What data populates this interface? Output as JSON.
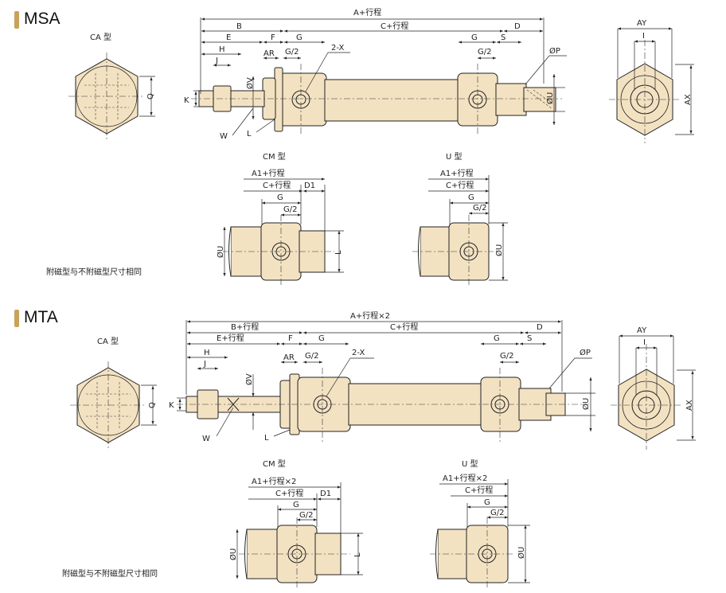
{
  "sections": [
    {
      "title": "MSA",
      "note": "附磁型与不附磁型尺寸相同",
      "views": {
        "ca": "CA 型",
        "cm": "CM 型",
        "u": "U 型"
      },
      "labels": {
        "A": "A+行程",
        "B": "B",
        "C": "C+行程",
        "D": "D",
        "E": "E",
        "F": "F",
        "G": "G",
        "G2": "G/2",
        "H": "H",
        "J": "J",
        "S": "S",
        "AR": "AR",
        "X": "2-X",
        "P": "ØP",
        "K": "K",
        "V": "ØV",
        "W": "W",
        "L": "L",
        "U": "ØU",
        "Q": "Q",
        "AY": "AY",
        "I": "I",
        "AX": "AX",
        "A1": "A1+行程",
        "D1": "D1"
      }
    },
    {
      "title": "MTA",
      "note": "附磁型与不附磁型尺寸相同",
      "views": {
        "ca": "CA 型",
        "cm": "CM 型",
        "u": "U 型"
      },
      "labels": {
        "A": "A+行程×2",
        "B": "B+行程",
        "C": "C+行程",
        "D": "D",
        "E": "E+行程",
        "F": "F",
        "G": "G",
        "G2": "G/2",
        "H": "H",
        "J": "J",
        "S": "S",
        "AR": "AR",
        "X": "2-X",
        "P": "ØP",
        "K": "K",
        "V": "ØV",
        "W": "W",
        "L": "L",
        "U": "ØU",
        "Q": "Q",
        "AY": "AY",
        "I": "I",
        "AX": "AX",
        "A1": "A1+行程×2",
        "D1": "D1"
      }
    }
  ],
  "colors": {
    "body": "#f3e2c2",
    "marker": "#c9a25a",
    "line": "#222222"
  }
}
